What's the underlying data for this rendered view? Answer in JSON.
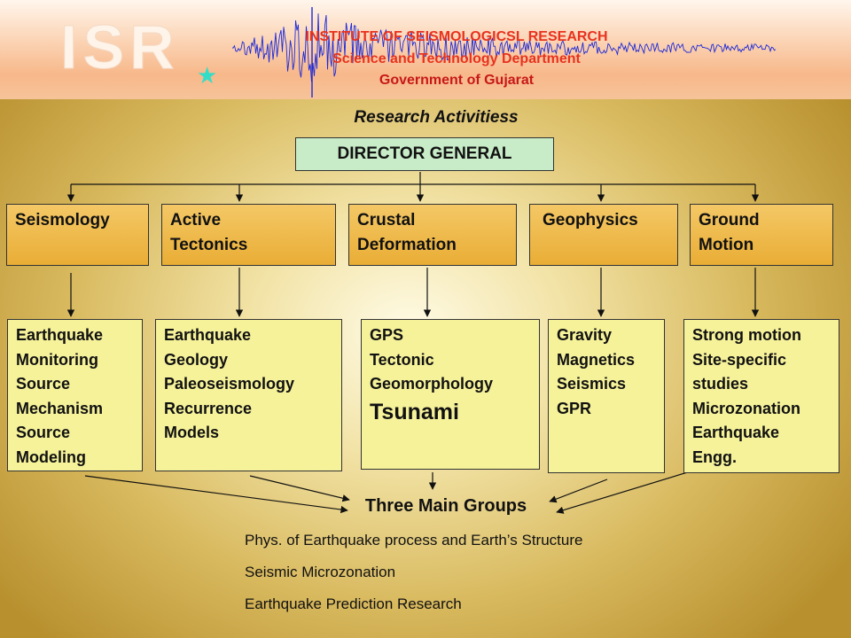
{
  "header": {
    "logo": "ISR",
    "line1": "INSTITUTE  OF  SEISMOLOGICSL  RESEARCH",
    "line2": "Science and Technology Department",
    "line3": "Government of Gujarat"
  },
  "title": "Research Activitiess",
  "director": "DIRECTOR GENERAL",
  "departments": [
    {
      "line1": "Seismology",
      "line2": ""
    },
    {
      "line1": "Active",
      "line2": "Tectonics"
    },
    {
      "line1": "Crustal",
      "line2": "Deformation"
    },
    {
      "line1": "Geophysics",
      "line2": ""
    },
    {
      "line1": "Ground",
      "line2": "Motion"
    }
  ],
  "subareas": [
    [
      "Earthquake",
      "Monitoring",
      "Source",
      "Mechanism",
      "Source",
      "Modeling"
    ],
    [
      "Earthquake",
      "Geology",
      "Paleoseismology",
      "Recurrence",
      "Models"
    ],
    [
      "GPS",
      "Tectonic",
      "Geomorphology",
      "Tsunami"
    ],
    [
      "Gravity",
      "Magnetics",
      "Seismics",
      "GPR"
    ],
    [
      "Strong motion",
      "Site-specific",
      "studies",
      "Microzonation",
      "Earthquake",
      "Engg."
    ]
  ],
  "groups": {
    "title": "Three Main Groups",
    "items": [
      "Phys. of Earthquake process and Earth’s Structure",
      "Seismic Microzonation",
      "Earthquake Prediction Research"
    ]
  },
  "colors": {
    "header_title": "#e8321e",
    "director_fill": "#c8ecc8",
    "department_fill": "#eeb640",
    "subarea_fill": "#f6f29a"
  }
}
